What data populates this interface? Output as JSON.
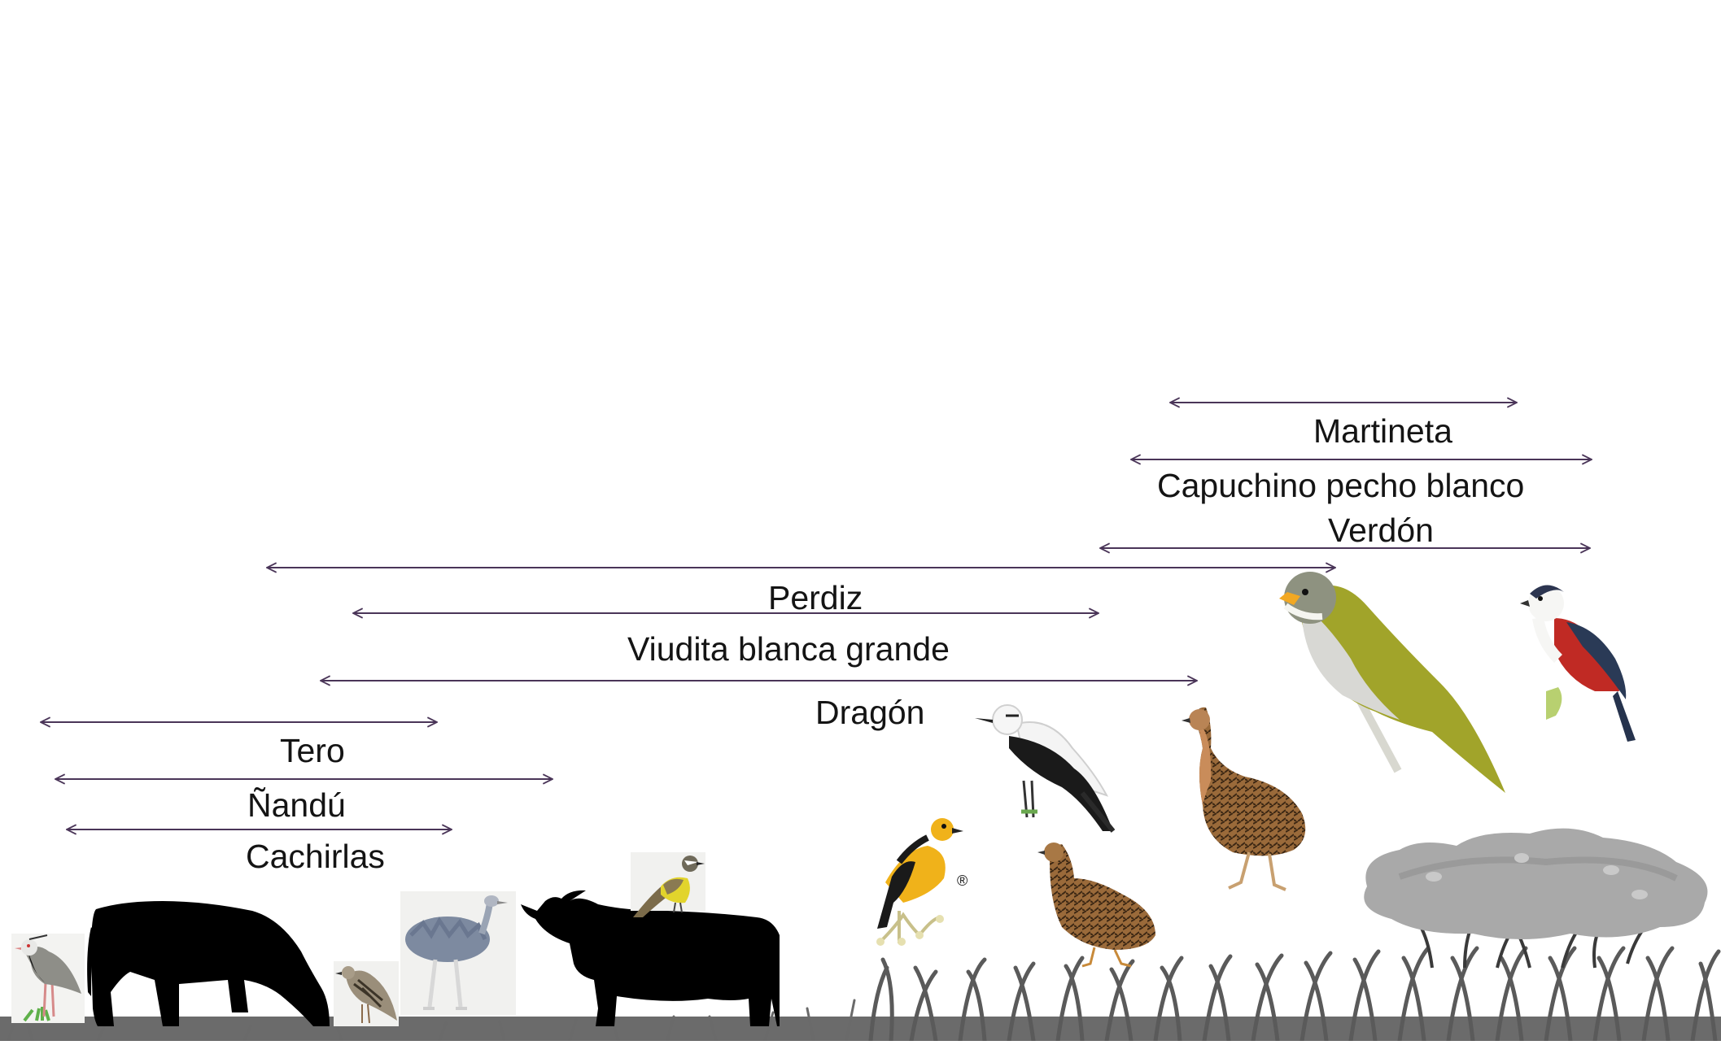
{
  "colors": {
    "arrow": "#4a3558",
    "text": "#141414",
    "livestock": "#000000",
    "grass": "#5a5a5a",
    "shrub": "#a9a9a9"
  },
  "species": [
    {
      "id": "martineta",
      "name": "Martineta"
    },
    {
      "id": "capuchino",
      "name": "Capuchino pecho blanco"
    },
    {
      "id": "verdon",
      "name": "Verdón"
    },
    {
      "id": "perdiz",
      "name": "Perdiz"
    },
    {
      "id": "viudita",
      "name": "Viudita blanca grande"
    },
    {
      "id": "dragon",
      "name": "Dragón"
    },
    {
      "id": "tero",
      "name": "Tero"
    },
    {
      "id": "nandu",
      "name": "Ñandú"
    },
    {
      "id": "cachirlas",
      "name": "Cachirlas"
    }
  ],
  "icons": [
    "tero-bird-icon",
    "cow-grazing-icon",
    "cachirla-bird-icon",
    "nandu-bird-icon",
    "bull-icon",
    "small-yellow-bird-icon",
    "dragon-bird-icon",
    "viudita-bird-icon",
    "perdiz-bird-icon",
    "martineta-bird-icon",
    "verdon-bird-icon",
    "capuchino-bird-icon",
    "shrub-icon",
    "grass-icon"
  ],
  "registered_mark": "®"
}
